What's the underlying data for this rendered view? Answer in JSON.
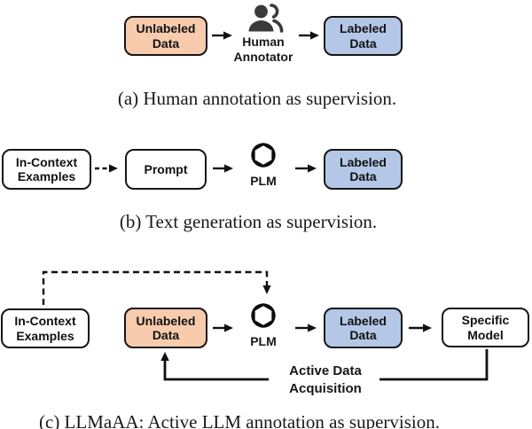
{
  "palette": {
    "unlabeled_fill": "#F8CBAD",
    "labeled_fill": "#B4C7E7",
    "white_fill": "#FFFFFF",
    "box_border": "#161616",
    "arrow_color": "#111111",
    "icon_color": "#3A3A3A",
    "background": "#FFFFFF"
  },
  "icons": {
    "annotator": "human-annotator-people-icon",
    "plm": "openai-logo-icon"
  },
  "figure_a": {
    "unlabeled_box": "Unlabeled Data",
    "annotator_label": "Human Annotator",
    "labeled_box": "Labeled Data",
    "caption": "(a) Human annotation as supervision."
  },
  "figure_b": {
    "in_context_box": "In-Context Examples",
    "prompt_box": "Prompt",
    "plm_label": "PLM",
    "labeled_box": "Labeled Data",
    "caption": "(b) Text generation as supervision."
  },
  "figure_c": {
    "in_context_box": "In-Context Examples",
    "unlabeled_box": "Unlabeled Data",
    "plm_label": "PLM",
    "labeled_box": "Labeled Data",
    "specific_model_box": "Specific Model",
    "feedback_label": "Active Data Acquisition",
    "caption": "(c) LLMaAA: Active LLM annotation as supervision."
  }
}
